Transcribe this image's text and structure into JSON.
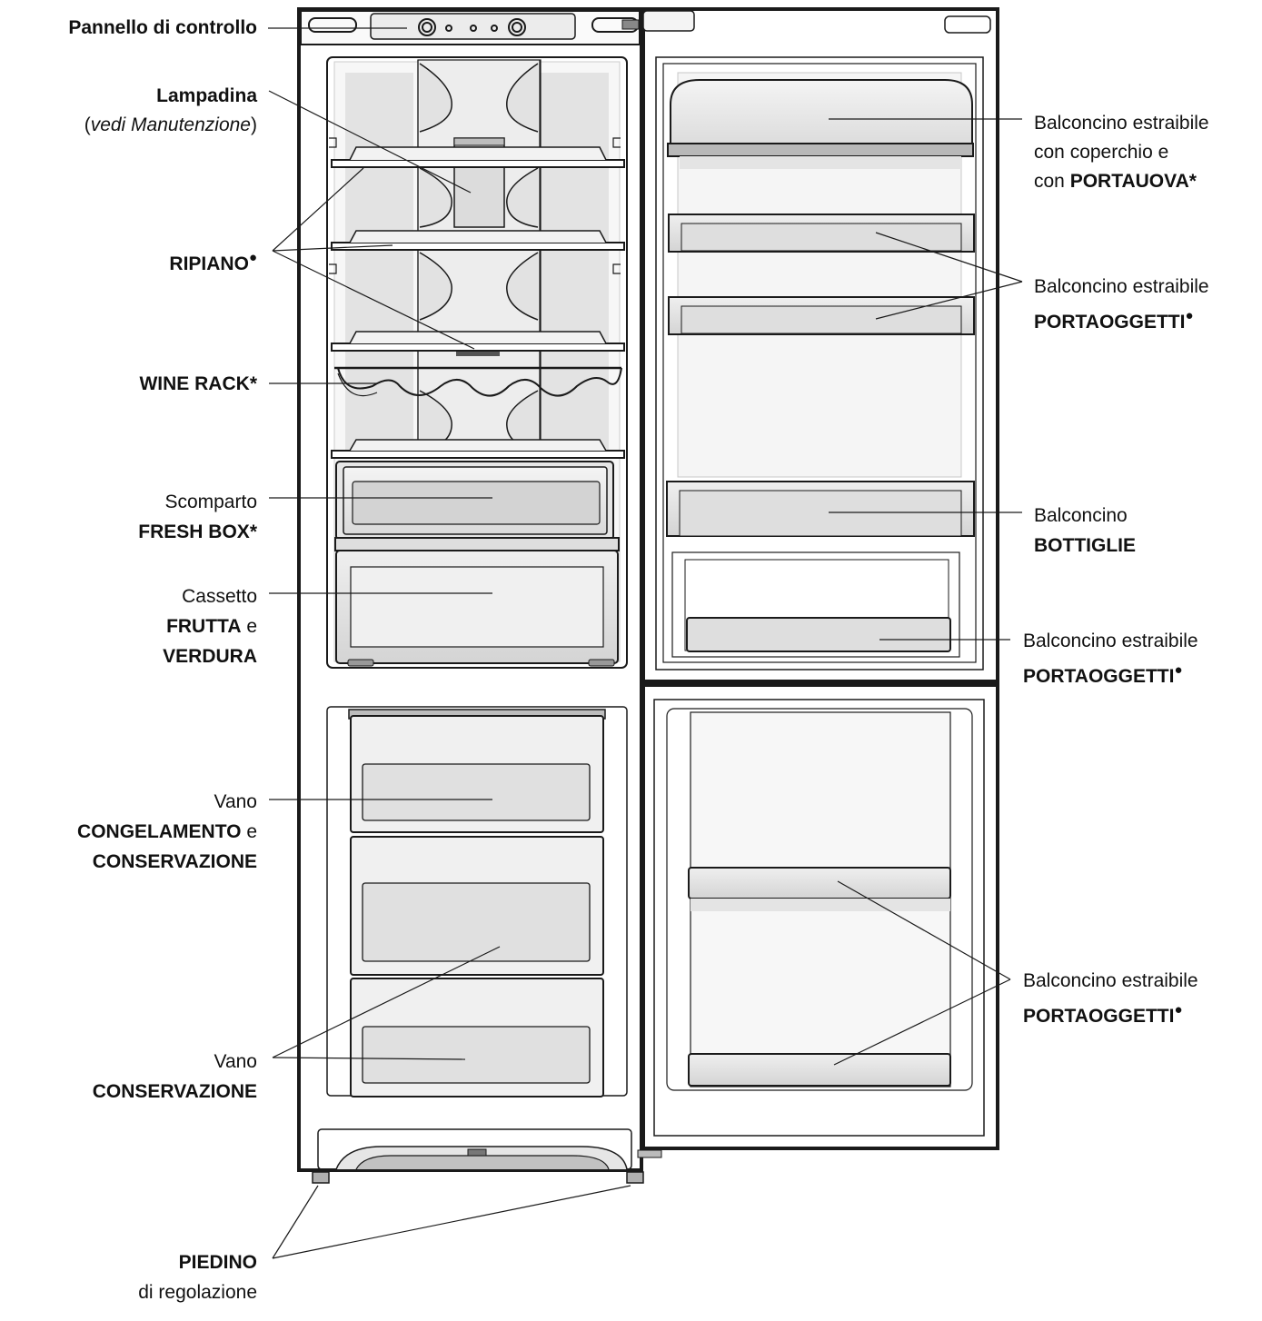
{
  "labels": {
    "control_panel": "Pannello di controllo",
    "lamp": "Lampadina",
    "lamp_note_open": "(",
    "lamp_note": "vedi Manutenzione",
    "lamp_note_close": ")",
    "shelf": "RIPIANO",
    "wine_rack": "WINE RACK",
    "fresh_box_prefix": "Scomparto",
    "fresh_box": "FRESH BOX",
    "crisper_prefix": "Cassetto",
    "crisper_fruit": "FRUTTA",
    "crisper_and": " e",
    "crisper_veg": "VERDURA",
    "freezer_prefix": "Vano",
    "freezer_freezing": "CONGELAMENTO",
    "freezer_and": " e",
    "freezer_storage": "CONSERVAZIONE",
    "storage_prefix": "Vano",
    "storage": "CONSERVAZIONE",
    "foot": "PIEDINO",
    "foot_suffix": "di regolazione",
    "egg_line1": "Balconcino estraibile",
    "egg_line2": "con coperchio e",
    "egg_line3_prefix": "con ",
    "egg_tray": "PORTAUOVA",
    "door_shelf_line1": "Balconcino estraibile",
    "door_shelf": "PORTAOGGETTI",
    "bottle_prefix": "Balconcino",
    "bottle": "BOTTIGLIE",
    "door_shelf2_line1": "Balconcino estraibile",
    "door_shelf2": "PORTAOGGETTI",
    "freezer_door_line1": "Balconcino estraibile",
    "freezer_door": "PORTAOGGETTI"
  },
  "markers": {
    "star": "*",
    "dot": "●"
  },
  "colors": {
    "line": "#1a1a1a",
    "light_gray": "#e6e6e6",
    "mid_gray": "#c8c8c8",
    "dark_gray": "#9a9a9a"
  }
}
